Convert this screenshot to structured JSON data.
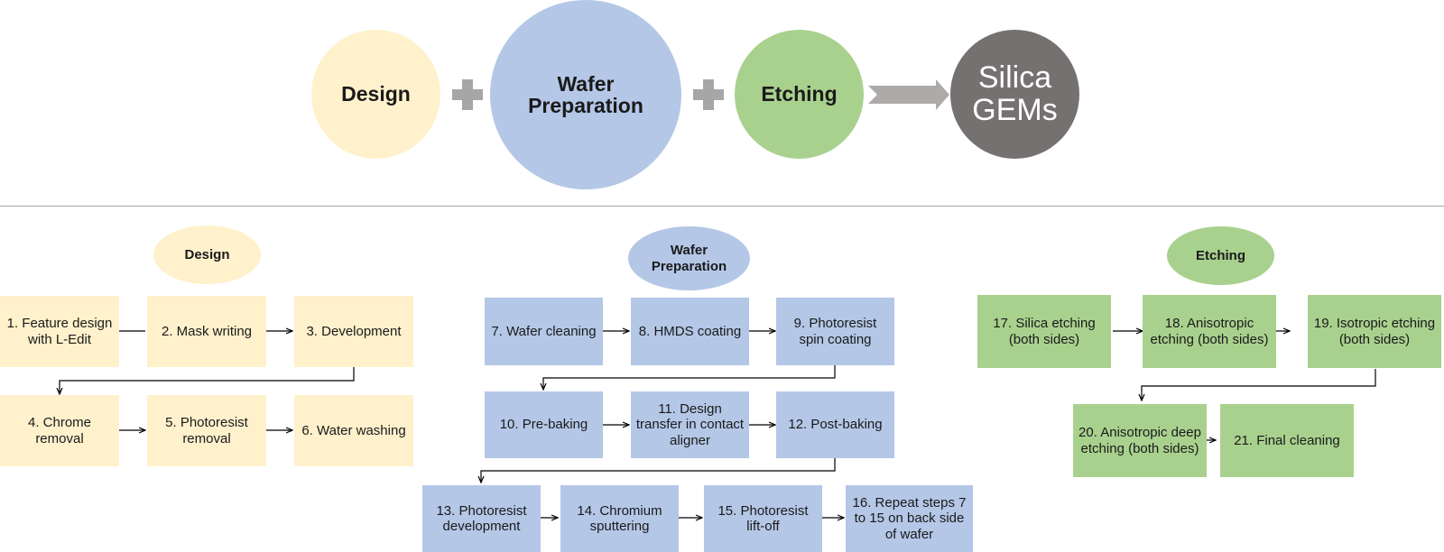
{
  "overview": {
    "stages": [
      {
        "label_lines": [
          "Design"
        ],
        "color": "#fff1cc"
      },
      {
        "label_lines": [
          "Wafer",
          "Preparation"
        ],
        "color": "#b4c7e7"
      },
      {
        "label_lines": [
          "Etching"
        ],
        "color": "#a9d18e"
      },
      {
        "label_lines": [
          "Silica",
          "GEMs"
        ],
        "color": "#767171"
      }
    ],
    "operator_color": "#a6a6a6"
  },
  "sections": {
    "design": {
      "title": "Design",
      "color": "#fff1cc",
      "steps": [
        "1. Feature design with L-Edit",
        "2. Mask writing",
        "3. Development",
        "4. Chrome removal",
        "5. Photoresist removal",
        "6. Water washing"
      ]
    },
    "wafer": {
      "title_lines": [
        "Wafer",
        "Preparation"
      ],
      "color": "#b4c7e7",
      "steps": [
        "7. Wafer cleaning",
        "8. HMDS coating",
        "9. Photoresist spin coating",
        "10. Pre-baking",
        "11. Design transfer in contact aligner",
        "12. Post-baking",
        "13. Photoresist development",
        "14. Chromium sputtering",
        "15. Photoresist lift-off",
        "16. Repeat steps 7 to 15 on back side of wafer"
      ]
    },
    "etching": {
      "title": "Etching",
      "color": "#a9d18e",
      "steps": [
        "17. Silica etching (both sides)",
        "18. Anisotropic etching (both sides)",
        "19. Isotropic etching (both sides)",
        "20. Anisotropic deep etching (both sides)",
        "21. Final cleaning"
      ]
    }
  }
}
